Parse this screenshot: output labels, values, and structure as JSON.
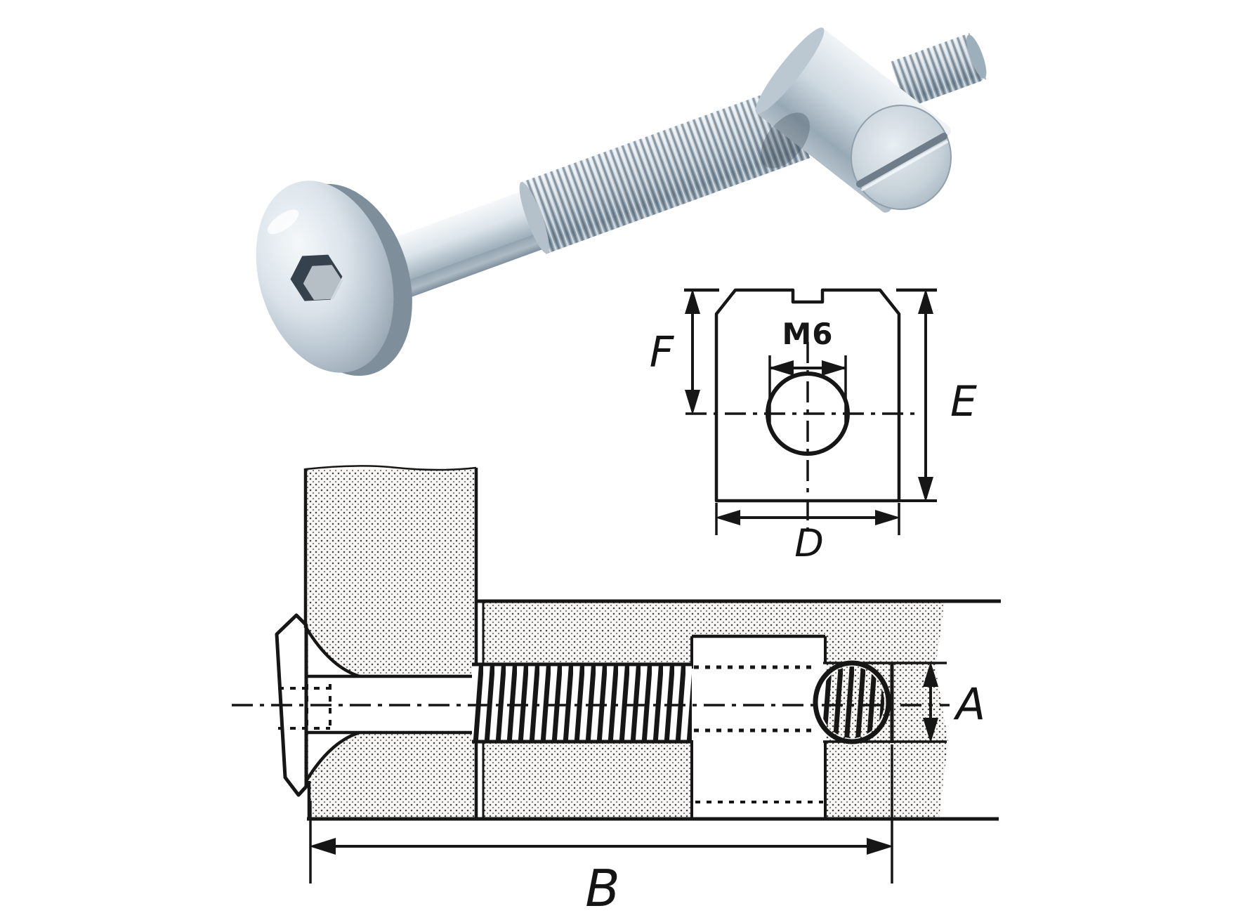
{
  "figure": {
    "background": "#ffffff",
    "ink_color": "#161616"
  },
  "photo": {
    "colors": {
      "metal_highlight": "#f2f6f9",
      "metal_mid": "#c3ced8",
      "metal_shadow": "#8796a3"
    }
  },
  "nut_diagram": {
    "thread_label": "M6",
    "dims": {
      "f": "F",
      "e": "E",
      "d": "D"
    },
    "body_fill": "#c9c9c7",
    "hole_fill": "#f0f0ee"
  },
  "section_diagram": {
    "dims": {
      "a": "A",
      "b": "B"
    }
  }
}
